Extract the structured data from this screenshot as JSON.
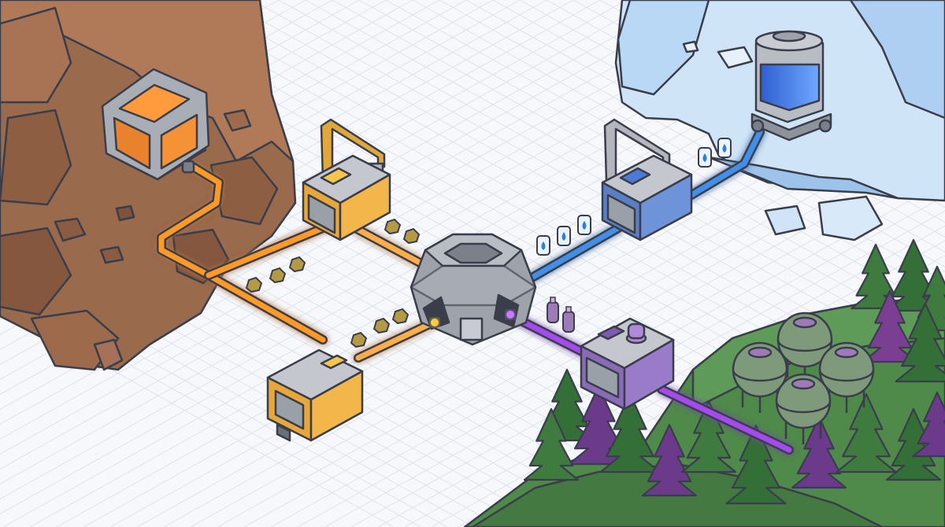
{
  "scene": {
    "view": "isometric",
    "background_color": "#f7f8fb",
    "grid_color": "#dde3ec",
    "outline_color": "#3a3d4a"
  },
  "biomes": [
    {
      "name": "rocky-cliff",
      "color": "#9a6a4c"
    },
    {
      "name": "ice-shelf",
      "color": "#cfe4f7"
    },
    {
      "name": "pine-forest",
      "color": "#4f8a4a"
    }
  ],
  "pipelines": [
    {
      "name": "ore-pipe",
      "color": "#ff9a26"
    },
    {
      "name": "water-pipe",
      "color": "#3f8fe8"
    },
    {
      "name": "gas-pipe",
      "color": "#a44bf0"
    }
  ],
  "structures": [
    {
      "name": "central-hub",
      "kind": "dome"
    },
    {
      "name": "ore-container",
      "kind": "storage"
    },
    {
      "name": "ore-crane-extractor",
      "kind": "extractor"
    },
    {
      "name": "ore-smelter",
      "kind": "processor"
    },
    {
      "name": "water-tank",
      "kind": "storage"
    },
    {
      "name": "water-crane-extractor",
      "kind": "extractor"
    },
    {
      "name": "gas-compressor",
      "kind": "processor"
    },
    {
      "name": "gas-sphere-tanks",
      "kind": "storage"
    }
  ],
  "items": [
    {
      "name": "ore-chunk",
      "color": "#b59a45"
    },
    {
      "name": "water-bottle",
      "color": "#2f7fd6"
    },
    {
      "name": "gas-canister",
      "color": "#9d7bb8"
    }
  ]
}
